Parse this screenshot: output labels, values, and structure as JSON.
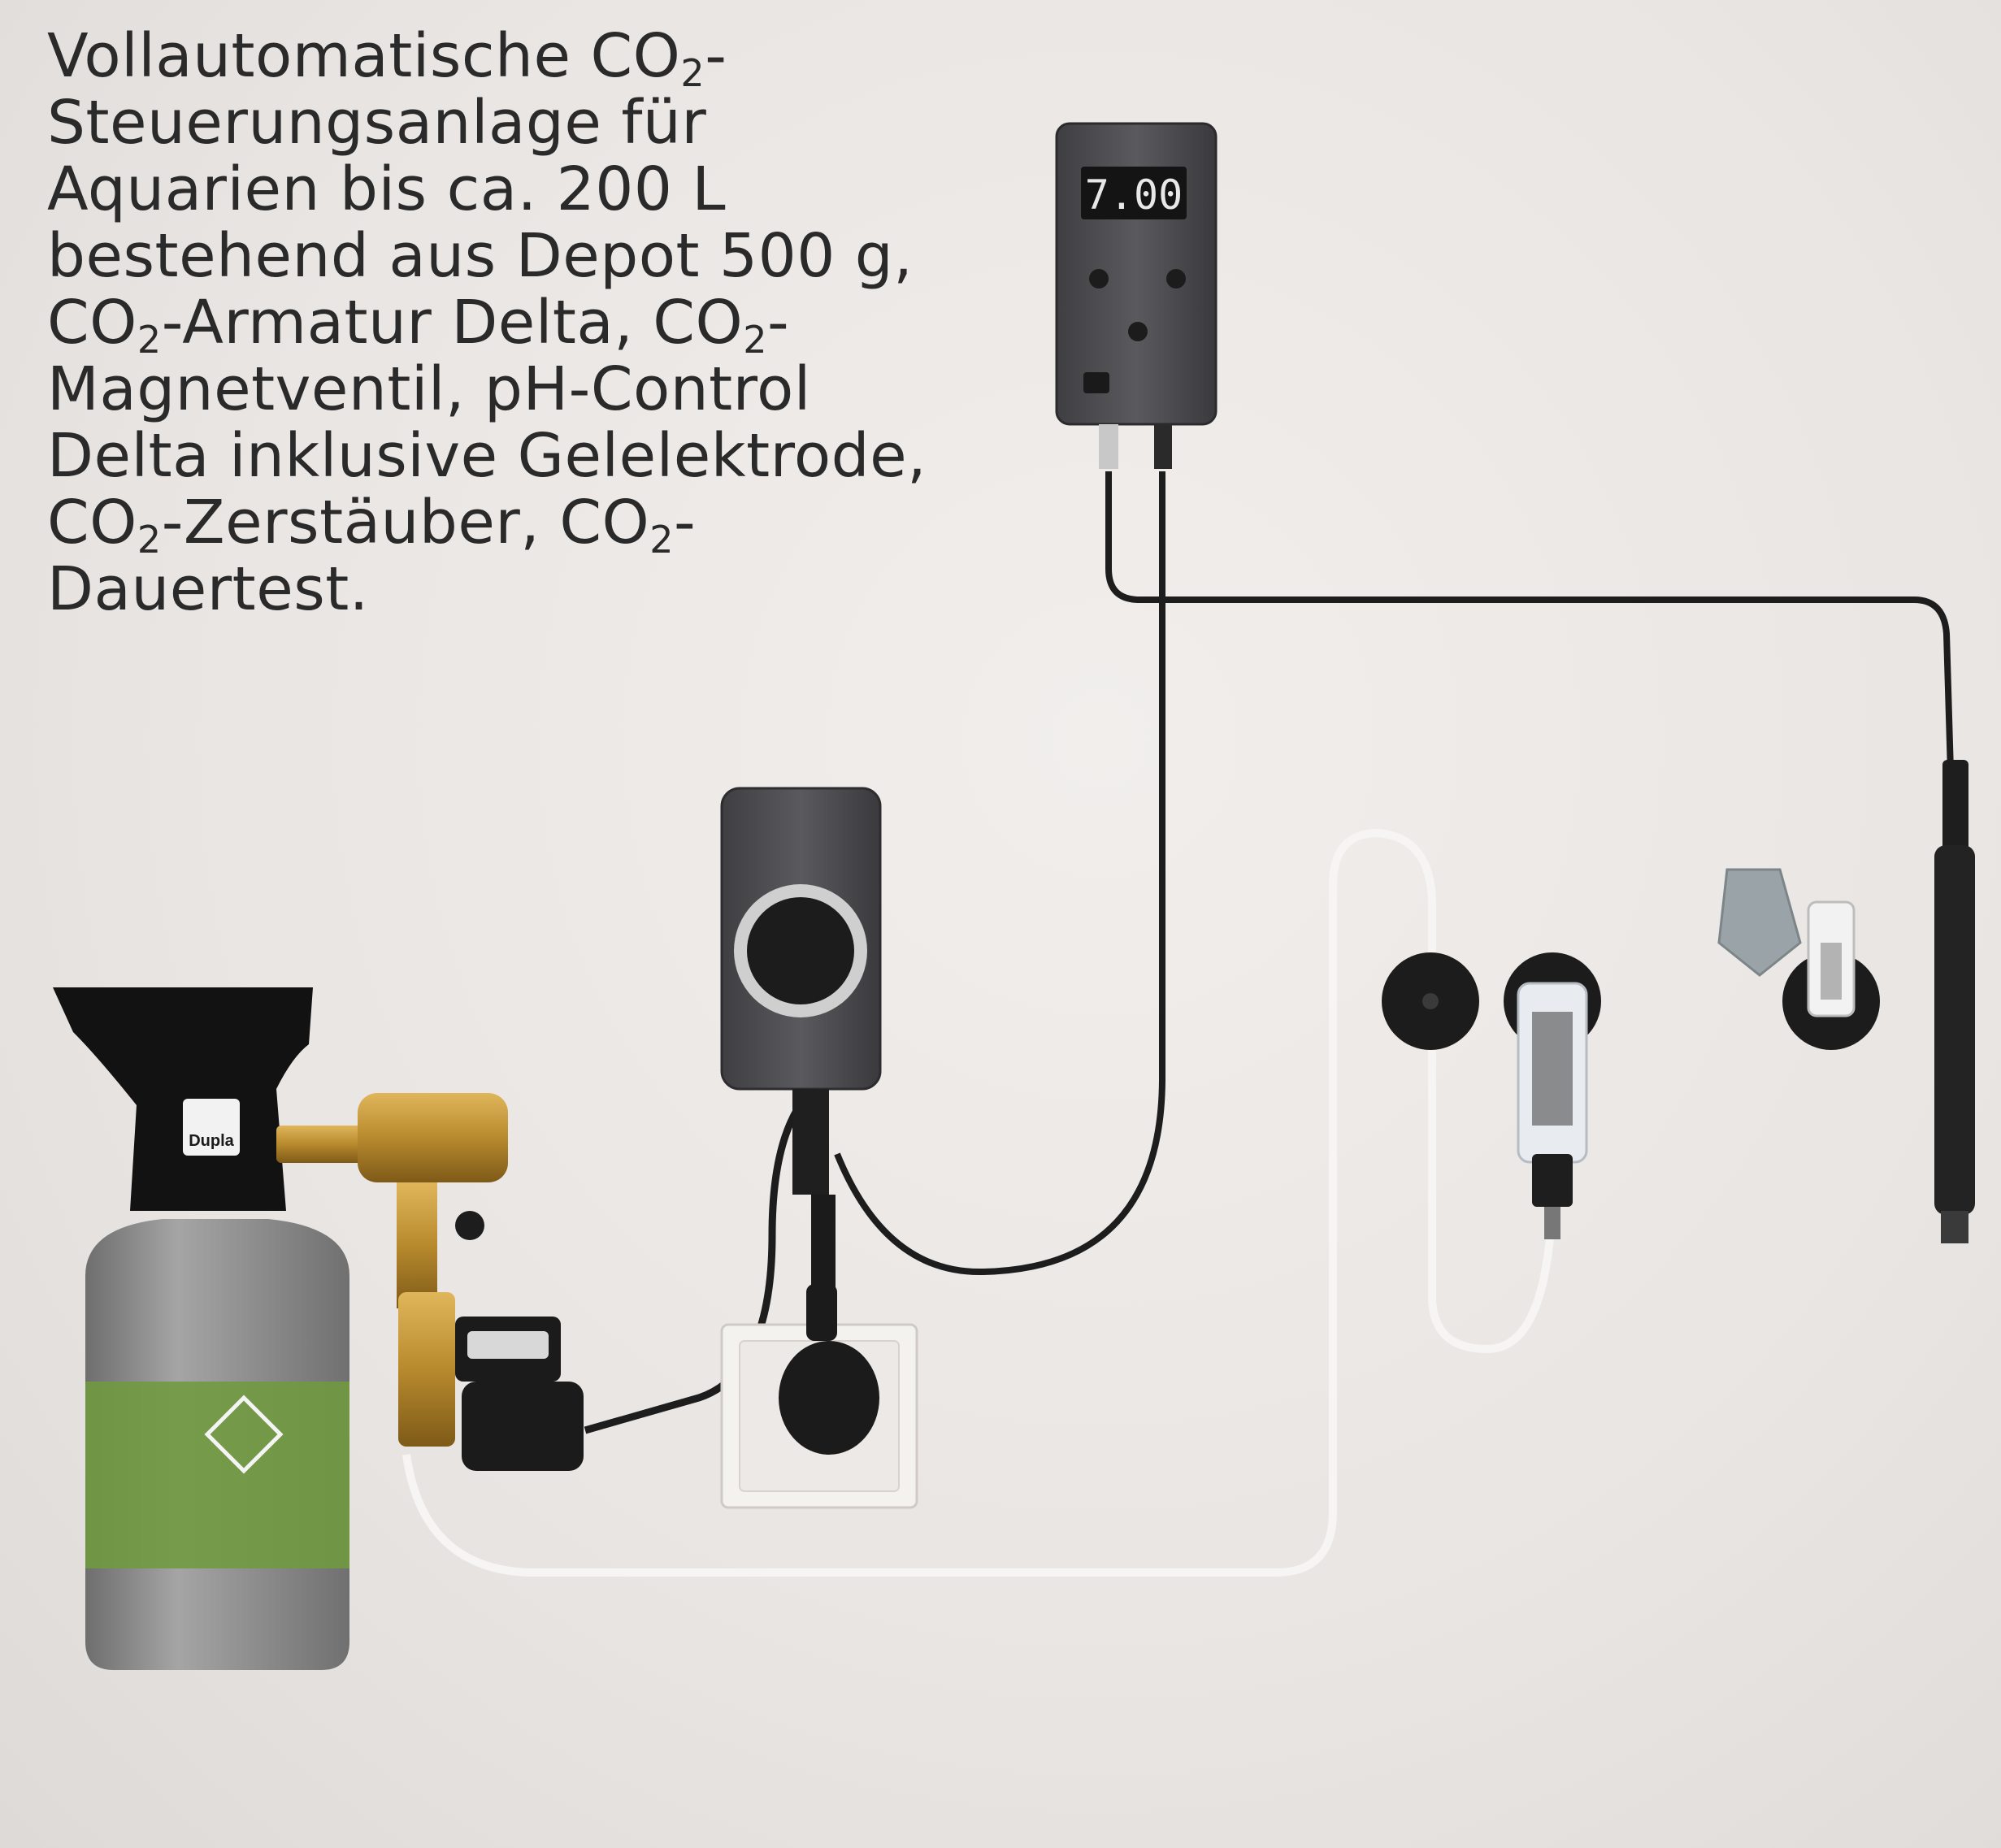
{
  "caption": {
    "lines": [
      [
        "Vollautomatische CO",
        "2",
        "-"
      ],
      [
        "Steuerungsanlage für"
      ],
      [
        "Aquarien bis ca. 200 L"
      ],
      [
        "bestehend aus Depot 500 g,"
      ],
      [
        "CO",
        "2",
        "-Armatur Delta, CO",
        "2",
        "-"
      ],
      [
        "Magnetventil, pH-Control"
      ],
      [
        "Delta inklusive Gelelektrode,"
      ],
      [
        "CO",
        "2",
        "-Zerstäuber, CO",
        "2",
        "-"
      ],
      [
        "Dauertest."
      ]
    ]
  },
  "controller": {
    "display_value": "7.00"
  },
  "cylinder": {
    "brand_label": "Dupla"
  },
  "colors": {
    "background": "#ece8e6",
    "text": "#2a2a2a",
    "device_dark": "#4a4a4d",
    "brass": "#b88a2e",
    "cylinder_green": "#6f9a3e",
    "cylinder_grey": "#8a8a8a",
    "led_display": "#e8e8e8"
  }
}
